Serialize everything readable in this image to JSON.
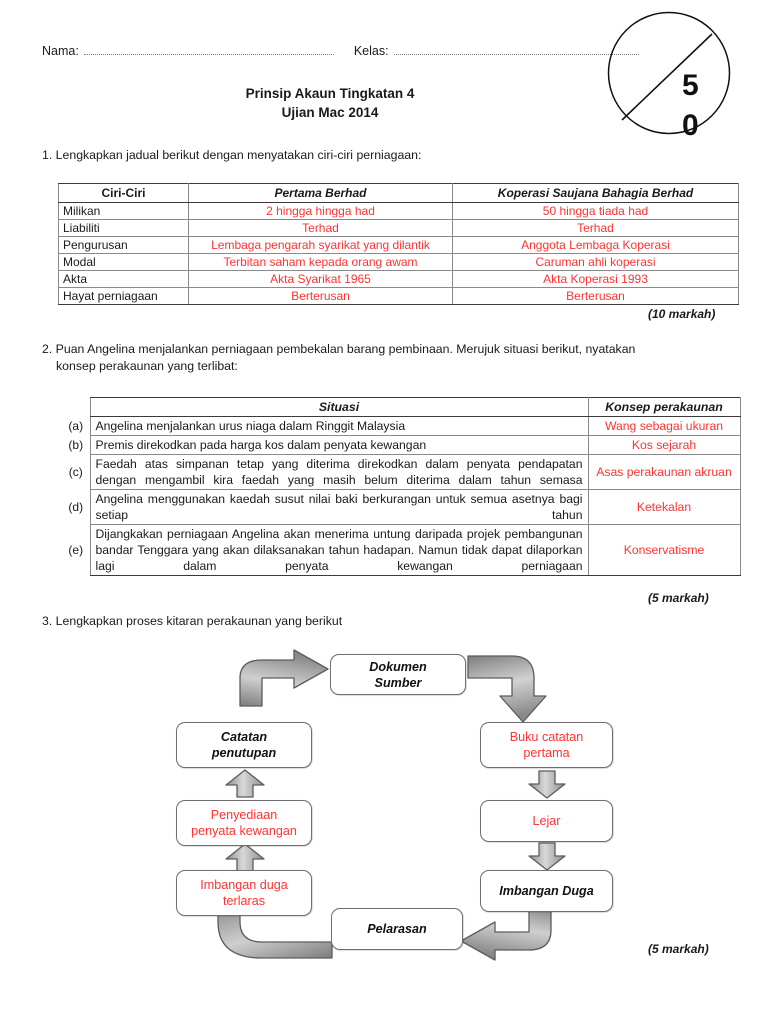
{
  "header": {
    "nama_label": "Nama:",
    "kelas_label": "Kelas:",
    "title_line1": "Prinsip Akaun Tingkatan 4",
    "title_line2": "Ujian Mac 2014",
    "mark_digit_1": "5",
    "mark_digit_2": "0"
  },
  "questions": {
    "q1": "1. Lengkapkan jadual berikut dengan menyatakan ciri-ciri perniagaan:",
    "q2_line1": "2. Puan Angelina menjalankan perniagaan pembekalan barang pembinaan. Merujuk situasi berikut, nyatakan",
    "q2_line2": "konsep perakaunan yang terlibat:",
    "q3": "3. Lengkapkan proses kitaran perakaunan yang berikut"
  },
  "marks": {
    "q1": "(10 markah)",
    "q2": "(5 markah)",
    "q3": "(5 markah)"
  },
  "table1": {
    "headers": [
      "Ciri-Ciri",
      "Pertama Berhad",
      "Koperasi Saujana Bahagia Berhad"
    ],
    "rows": [
      {
        "ciri": "Milikan",
        "pertama": "2  hingga hingga had",
        "koperasi": "50 hingga tiada had"
      },
      {
        "ciri": "Liabiliti",
        "pertama": "Terhad",
        "koperasi": "Terhad"
      },
      {
        "ciri": "Pengurusan",
        "pertama": "Lembaga pengarah syarikat yang dilantik",
        "koperasi": "Anggota Lembaga Koperasi"
      },
      {
        "ciri": "Modal",
        "pertama": "Terbitan saham kepada orang awam",
        "koperasi": "Caruman ahli koperasi"
      },
      {
        "ciri": "Akta",
        "pertama": "Akta Syarikat 1965",
        "koperasi": "Akta Koperasi 1993"
      },
      {
        "ciri": "Hayat perniagaan",
        "pertama": "Berterusan",
        "koperasi": "Berterusan"
      }
    ]
  },
  "table2": {
    "headers": [
      "Situasi",
      "Konsep perakaunan"
    ],
    "rows": [
      {
        "label": "(a)",
        "situasi": "Angelina menjalankan urus niaga dalam Ringgit Malaysia",
        "konsep": "Wang sebagai ukuran",
        "justify": false
      },
      {
        "label": "(b)",
        "situasi": "Premis direkodkan pada harga kos dalam penyata kewangan",
        "konsep": "Kos sejarah",
        "justify": false
      },
      {
        "label": "(c)",
        "situasi": "Faedah atas simpanan tetap yang diterima direkodkan dalam penyata pendapatan dengan mengambil kira faedah yang masih belum diterima dalam tahun semasa",
        "konsep": "Asas perakaunan akruan",
        "justify": true
      },
      {
        "label": "(d)",
        "situasi": "Angelina menggunakan kaedah susut nilai baki berkurangan untuk semua asetnya bagi setiap tahun",
        "konsep": "Ketekalan",
        "justify": true
      },
      {
        "label": "(e)",
        "situasi": "Dijangkakan perniagaan Angelina akan menerima untung daripada projek pembangunan bandar Tenggara yang akan dilaksanakan tahun hadapan. Namun tidak dapat dilaporkan lagi dalam penyata kewangan perniagaan",
        "konsep": "Konservatisme",
        "justify": true
      }
    ]
  },
  "flow": {
    "nodes": {
      "dokumen_sumber": "Dokumen\nSumber",
      "dokumen_sumber_l1": "Dokumen",
      "dokumen_sumber_l2": "Sumber",
      "buku_catatan_l1": "Buku catatan",
      "buku_catatan_l2": "pertama",
      "lejar": "Lejar",
      "imbangan_duga": "Imbangan Duga",
      "pelarasan": "Pelarasan",
      "imbangan_duga_terlaras_l1": "Imbangan duga",
      "imbangan_duga_terlaras_l2": "terlaras",
      "penyediaan_l1": "Penyediaan",
      "penyediaan_l2": "penyata kewangan",
      "catatan_l1": "Catatan",
      "catatan_l2": "penutupan"
    }
  },
  "colors": {
    "answer_red": "#ff3333",
    "preprinted_black": "#111111",
    "table_border": "#8a8a8a",
    "arrow_gray": "#9a9a9a"
  }
}
